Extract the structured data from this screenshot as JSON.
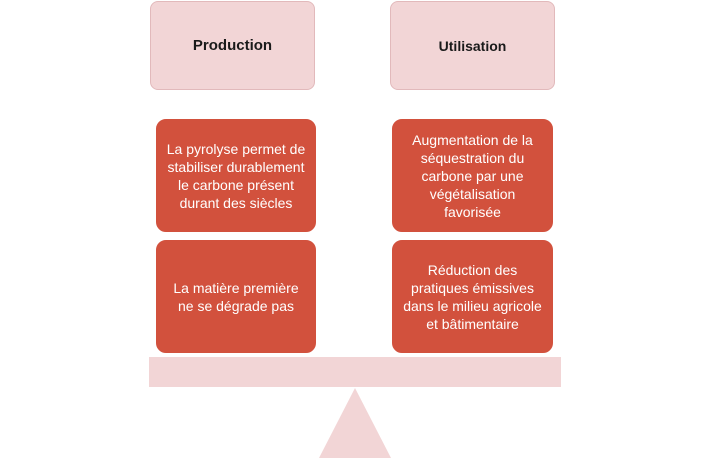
{
  "columns": {
    "left": {
      "header": "Production",
      "cards": [
        "La pyrolyse permet de stabiliser durablement le carbone présent durant des siècles",
        "La matière première ne se dégrade pas"
      ]
    },
    "right": {
      "header": "Utilisation",
      "cards": [
        "Augmentation de la séquestration du carbone par une végétalisation favorisée",
        "Réduction des pratiques émissives dans le milieu agricole et bâtimentaire"
      ]
    }
  },
  "colors": {
    "header_fill": "#f2d5d6",
    "card_fill": "#d2513d",
    "beam_fill": "#f2d5d6",
    "fulcrum_fill": "#f2d5d6"
  }
}
